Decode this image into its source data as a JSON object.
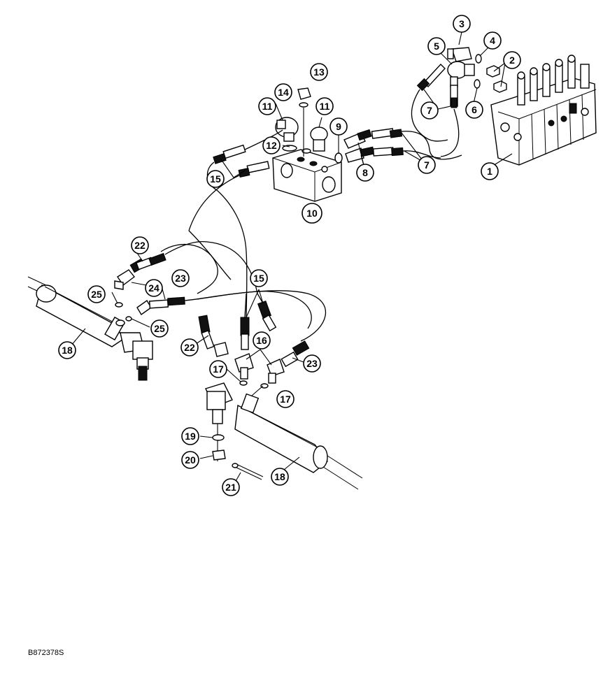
{
  "drawing_id": "B872378S",
  "callouts": [
    "1",
    "2",
    "3",
    "4",
    "5",
    "6",
    "7",
    "7",
    "7",
    "8",
    "9",
    "10",
    "11",
    "11",
    "12",
    "13",
    "14",
    "15",
    "15",
    "16",
    "17",
    "17",
    "18",
    "18",
    "19",
    "20",
    "21",
    "22",
    "22",
    "23",
    "23",
    "24",
    "25",
    "25"
  ]
}
